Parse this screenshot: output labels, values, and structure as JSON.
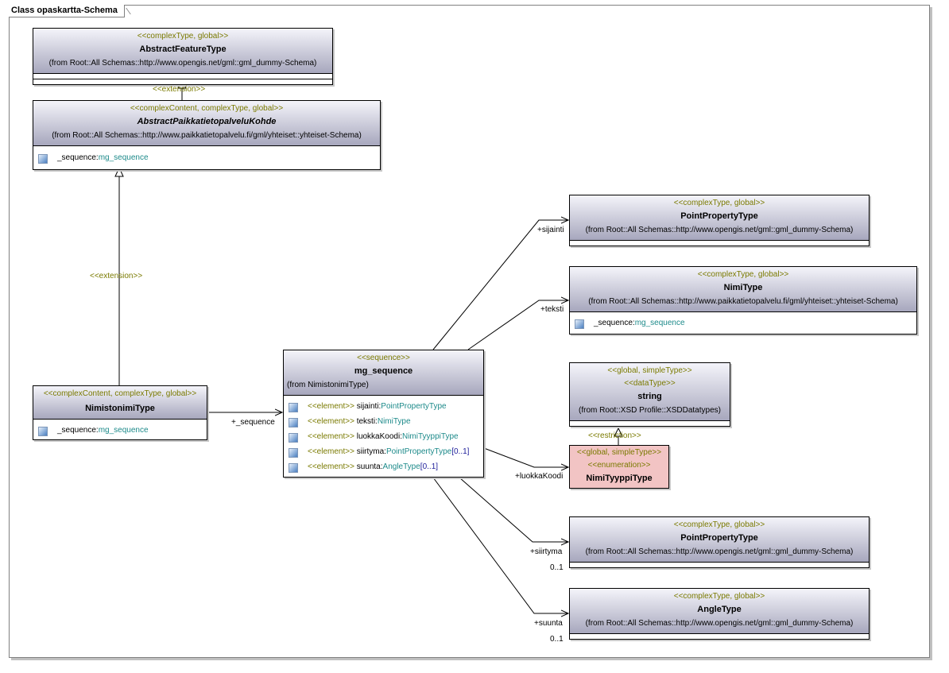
{
  "frame_title": "Class opaskartta-Schema",
  "classes": {
    "abstract_feature": {
      "stereotype": "<<complexType, global>>",
      "name": "AbstractFeatureType",
      "from": "(from Root::All Schemas::http://www.opengis.net/gml::gml_dummy-Schema)"
    },
    "abstract_kohde": {
      "stereotype": "<<complexContent, complexType, global>>",
      "name": "AbstractPaikkatietopalveluKohde",
      "from": "(from Root::All Schemas::http://www.paikkatietopalvelu.fi/gml/yhteiset::yhteiset-Schema)",
      "attr_name": "_sequence:",
      "attr_type": "mg_sequence"
    },
    "nimistonimi": {
      "stereotype": "<<complexContent, complexType, global>>",
      "name": "NimistonimiType",
      "attr_name": "_sequence:",
      "attr_type": "mg_sequence"
    },
    "mg_sequence": {
      "stereotype": "<<sequence>>",
      "name": "mg_sequence",
      "from": "(from NimistonimiType)",
      "elements": [
        {
          "st": "<<element>>",
          "name": " sijainti:",
          "type": "PointPropertyType",
          "mult": ""
        },
        {
          "st": "<<element>>",
          "name": " teksti:",
          "type": "NimiType",
          "mult": ""
        },
        {
          "st": "<<element>>",
          "name": " luokkaKoodi:",
          "type": "NimiTyyppiType",
          "mult": ""
        },
        {
          "st": "<<element>>",
          "name": " siirtyma:",
          "type": "PointPropertyType",
          "mult": "[0..1]"
        },
        {
          "st": "<<element>>",
          "name": " suunta:",
          "type": "AngleType",
          "mult": "[0..1]"
        }
      ]
    },
    "point_property_1": {
      "stereotype": "<<complexType, global>>",
      "name": "PointPropertyType",
      "from": "(from Root::All Schemas::http://www.opengis.net/gml::gml_dummy-Schema)"
    },
    "nimi_type": {
      "stereotype": "<<complexType, global>>",
      "name": "NimiType",
      "from": "(from Root::All Schemas::http://www.paikkatietopalvelu.fi/gml/yhteiset::yhteiset-Schema)",
      "attr_name": "_sequence:",
      "attr_type": "mg_sequence"
    },
    "string_type": {
      "stereotype": "<<global, simpleType>>",
      "stereotype2": "<<dataType>>",
      "name": "string",
      "from": "(from Root::XSD Profile::XSDDatatypes)"
    },
    "nimityyppi": {
      "stereotype": "<<global, simpleType>>",
      "stereotype2": "<<enumeration>>",
      "name": "NimiTyyppiType"
    },
    "point_property_2": {
      "stereotype": "<<complexType, global>>",
      "name": "PointPropertyType",
      "from": "(from Root::All Schemas::http://www.opengis.net/gml::gml_dummy-Schema)"
    },
    "angle_type": {
      "stereotype": "<<complexType, global>>",
      "name": "AngleType",
      "from": "(from Root::All Schemas::http://www.opengis.net/gml::gml_dummy-Schema)"
    }
  },
  "labels": {
    "extension_top": "<<extension>>",
    "extension_mid": "<<extension>>",
    "restriction": "<<restriction>>",
    "seq_role": "+_sequence",
    "sijainti_role": "+sijainti",
    "teksti_role": "+teksti",
    "luokka_role": "+luokkaKoodi",
    "siirtyma_role": "+siirtyma",
    "siirtyma_mult": "0..1",
    "suunta_role": "+suunta",
    "suunta_mult": "0..1"
  },
  "colors": {
    "stereotype": "#7a7a00",
    "type": "#1d8a8a",
    "header_gradient_top": "#f4f4fa",
    "header_gradient_bottom": "#a7a7bd",
    "enumeration": "#f2c4c4"
  }
}
